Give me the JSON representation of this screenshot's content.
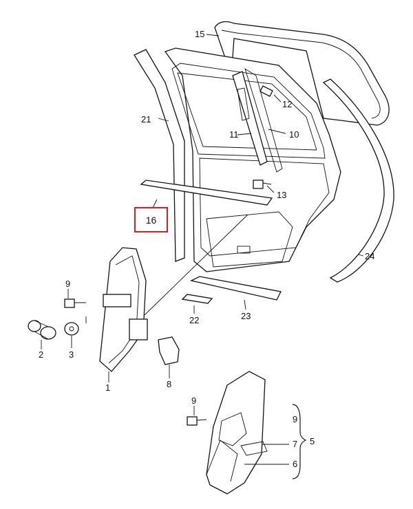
{
  "diagram": {
    "highlighted_part": "16",
    "part_labels": [
      {
        "key": "p15",
        "text": "15"
      },
      {
        "key": "p12",
        "text": "12"
      },
      {
        "key": "p21",
        "text": "21"
      },
      {
        "key": "p11",
        "text": "11"
      },
      {
        "key": "p10",
        "text": "10"
      },
      {
        "key": "p13",
        "text": "13"
      },
      {
        "key": "p24",
        "text": "24"
      },
      {
        "key": "p9a",
        "text": "9"
      },
      {
        "key": "p22",
        "text": "22"
      },
      {
        "key": "p23",
        "text": "23"
      },
      {
        "key": "p2",
        "text": "2"
      },
      {
        "key": "p3",
        "text": "3"
      },
      {
        "key": "p1",
        "text": "1"
      },
      {
        "key": "p8",
        "text": "8"
      },
      {
        "key": "p9b",
        "text": "9"
      },
      {
        "key": "p9c",
        "text": "9"
      },
      {
        "key": "p7",
        "text": "7"
      },
      {
        "key": "p5",
        "text": "5"
      },
      {
        "key": "p6",
        "text": "6"
      }
    ],
    "colors": {
      "highlight": "#e01a22",
      "ink": "#111111",
      "background": "#ffffff"
    }
  }
}
